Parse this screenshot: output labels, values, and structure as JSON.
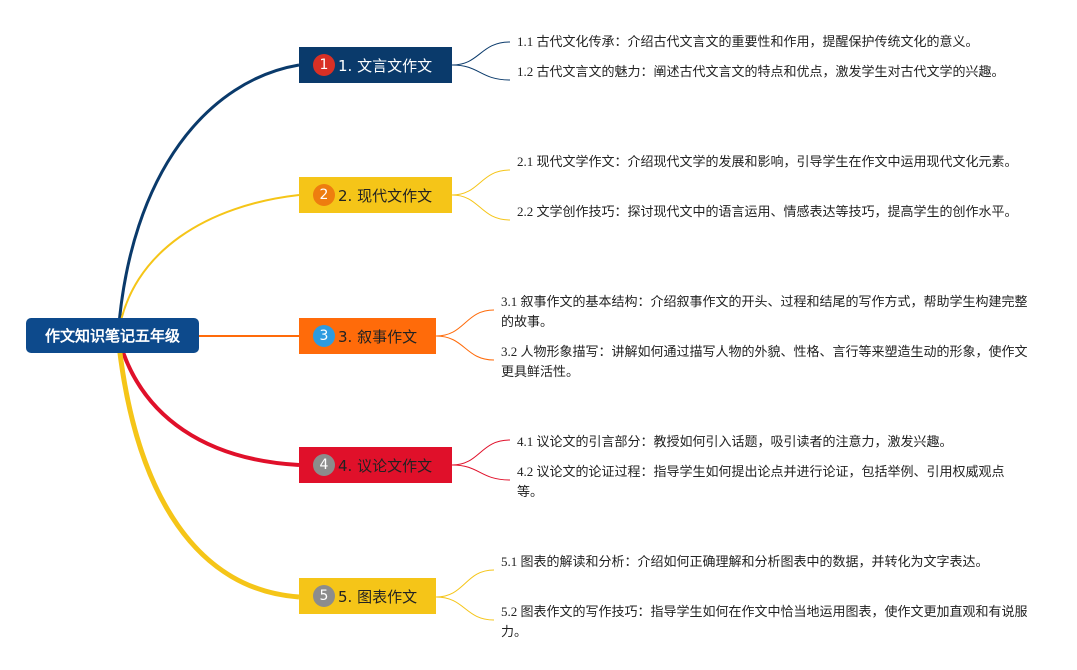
{
  "colors": {
    "root_bg": "#0d4a8c",
    "branch1": "#0a3a6b",
    "branch2": "#f5c518",
    "branch3": "#ff6b0a",
    "branch4": "#e0102a",
    "branch5": "#f5c518",
    "root_text": "#ffffff"
  },
  "root": {
    "label": "作文知识笔记五年级"
  },
  "branches": [
    {
      "number": "1",
      "label": "1. 文言文作文",
      "icon": "number-1-badge",
      "badge_color": "#d93025",
      "items": [
        "1.1 古代文化传承：介绍古代文言文的重要性和作用，提醒保护传统文化的意义。",
        "1.2 古代文言文的魅力：阐述古代文言文的特点和优点，激发学生对古代文学的兴趣。"
      ]
    },
    {
      "number": "2",
      "label": "2. 现代文作文",
      "icon": "number-2-badge",
      "badge_color": "#ee7d0f",
      "items": [
        "2.1 现代文学作文：介绍现代文学的发展和影响，引导学生在作文中运用现代文化元素。",
        "2.2 文学创作技巧：探讨现代文中的语言运用、情感表达等技巧，提高学生的创作水平。"
      ]
    },
    {
      "number": "3",
      "label": "3. 叙事作文",
      "icon": "number-3-badge",
      "badge_color": "#2e9be0",
      "items": [
        "3.1 叙事作文的基本结构：介绍叙事作文的开头、过程和结尾的写作方式，帮助学生构建完整的故事。",
        "3.2 人物形象描写：讲解如何通过描写人物的外貌、性格、言行等来塑造生动的形象，使作文更具鲜活性。"
      ]
    },
    {
      "number": "4",
      "label": "4. 议论文作文",
      "icon": "number-4-badge",
      "badge_color": "#8c8c8c",
      "items": [
        "4.1 议论文的引言部分：教授如何引入话题，吸引读者的注意力，激发兴趣。",
        "4.2 议论文的论证过程：指导学生如何提出论点并进行论证，包括举例、引用权威观点等。"
      ]
    },
    {
      "number": "5",
      "label": "5. 图表作文",
      "icon": "number-5-badge",
      "badge_color": "#8c8c8c",
      "items": [
        "5.1 图表的解读和分析：介绍如何正确理解和分析图表中的数据，并转化为文字表达。",
        "5.2 图表作文的写作技巧：指导学生如何在作文中恰当地运用图表，使作文更加直观和有说服力。"
      ]
    }
  ]
}
